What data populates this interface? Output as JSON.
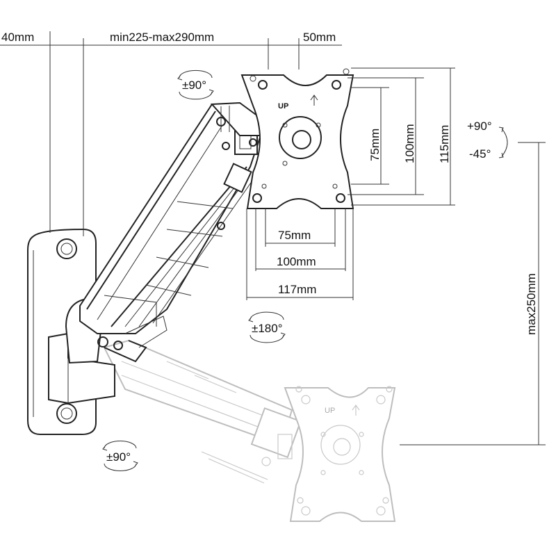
{
  "dimensions": {
    "wall_offset": "40mm",
    "arm_reach": "min225-max290mm",
    "plate_offset": "50mm",
    "vesa_v_small": "75mm",
    "vesa_v_mid": "100mm",
    "plate_height": "115mm",
    "vesa_h_small": "75mm",
    "vesa_h_mid": "100mm",
    "plate_width": "117mm",
    "height_travel": "max250mm"
  },
  "rotations": {
    "top_swivel": "±90°",
    "tilt_up": "+90°",
    "tilt_down": "-45°",
    "screen_rotation": "±180°",
    "base_swivel": "±90°"
  },
  "plate": {
    "up_label": "UP",
    "ghost_up_label": "UP"
  },
  "colors": {
    "line": "#222222",
    "ghost": "#bdbdbd",
    "background": "#ffffff"
  }
}
